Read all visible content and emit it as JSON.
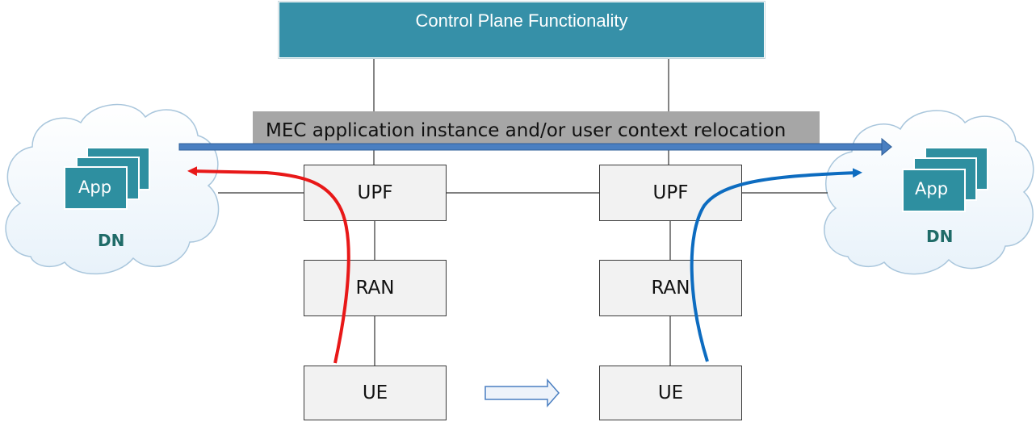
{
  "control_plane": {
    "label": "Control Plane Functionality"
  },
  "relocation": {
    "label": "MEC application instance and/or user context relocation"
  },
  "left_site": {
    "upf": "UPF",
    "ran": "RAN",
    "ue": "UE",
    "dn": {
      "app_label": "App",
      "dn_label": "DN"
    }
  },
  "right_site": {
    "upf": "UPF",
    "ran": "RAN",
    "ue": "UE",
    "dn": {
      "app_label": "App",
      "dn_label": "DN"
    }
  },
  "colors": {
    "control_plane_fill": "#3690a8",
    "relocation_bar": "#a6a6a6",
    "relocation_arrow": "#4a7fc1",
    "left_path": "#e81818",
    "right_path": "#0d6cc0",
    "app_fill": "#2e8fa0",
    "dn_text": "#1f6b68",
    "node_fill": "#f2f2f2"
  }
}
